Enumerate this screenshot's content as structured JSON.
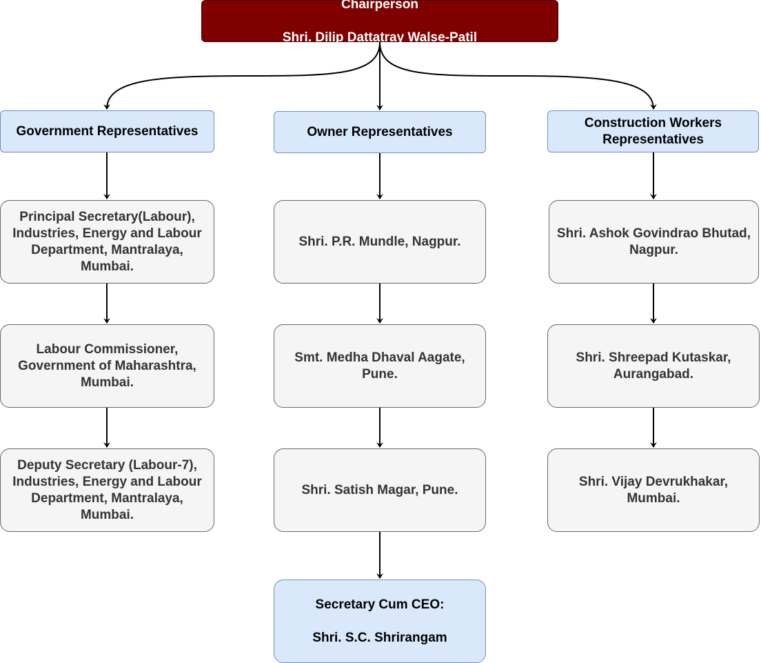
{
  "chairperson": {
    "role": "Chairperson",
    "name": "Shri. Dilip Dattatray Walse-Patil"
  },
  "groups": [
    {
      "title": "Government Representatives",
      "members": [
        "Principal Secretary(Labour),\nIndustries, Energy and Labour Department, Mantralaya,\nMumbai.",
        "Labour Commissioner,\nGovernment of Maharashtra,\nMumbai.",
        "Deputy Secretary (Labour-7),\nIndustries, Energy and Labour Department, Mantralaya,\nMumbai."
      ]
    },
    {
      "title": "Owner Representatives",
      "members": [
        "Shri. P.R. Mundle, Nagpur.",
        "Smt. Medha Dhaval Aagate,\nPune.",
        "Shri. Satish Magar, Pune."
      ]
    },
    {
      "title": "Construction Workers\nRepresentatives",
      "members": [
        "Shri. Ashok Govindrao Bhutad,\nNagpur.",
        "Shri.  Shreepad Kutaskar,\nAurangabad.",
        "Shri. Vijay Devrukhakar,\nMumbai."
      ]
    }
  ],
  "secretary": {
    "line1": "Secretary Cum CEO:",
    "line2": "Shri. S.C. Shrirangam"
  },
  "colors": {
    "chair_fill": "#800000",
    "group_fill": "#dae8fc",
    "member_fill": "#f5f5f5",
    "connector": "#000000"
  }
}
